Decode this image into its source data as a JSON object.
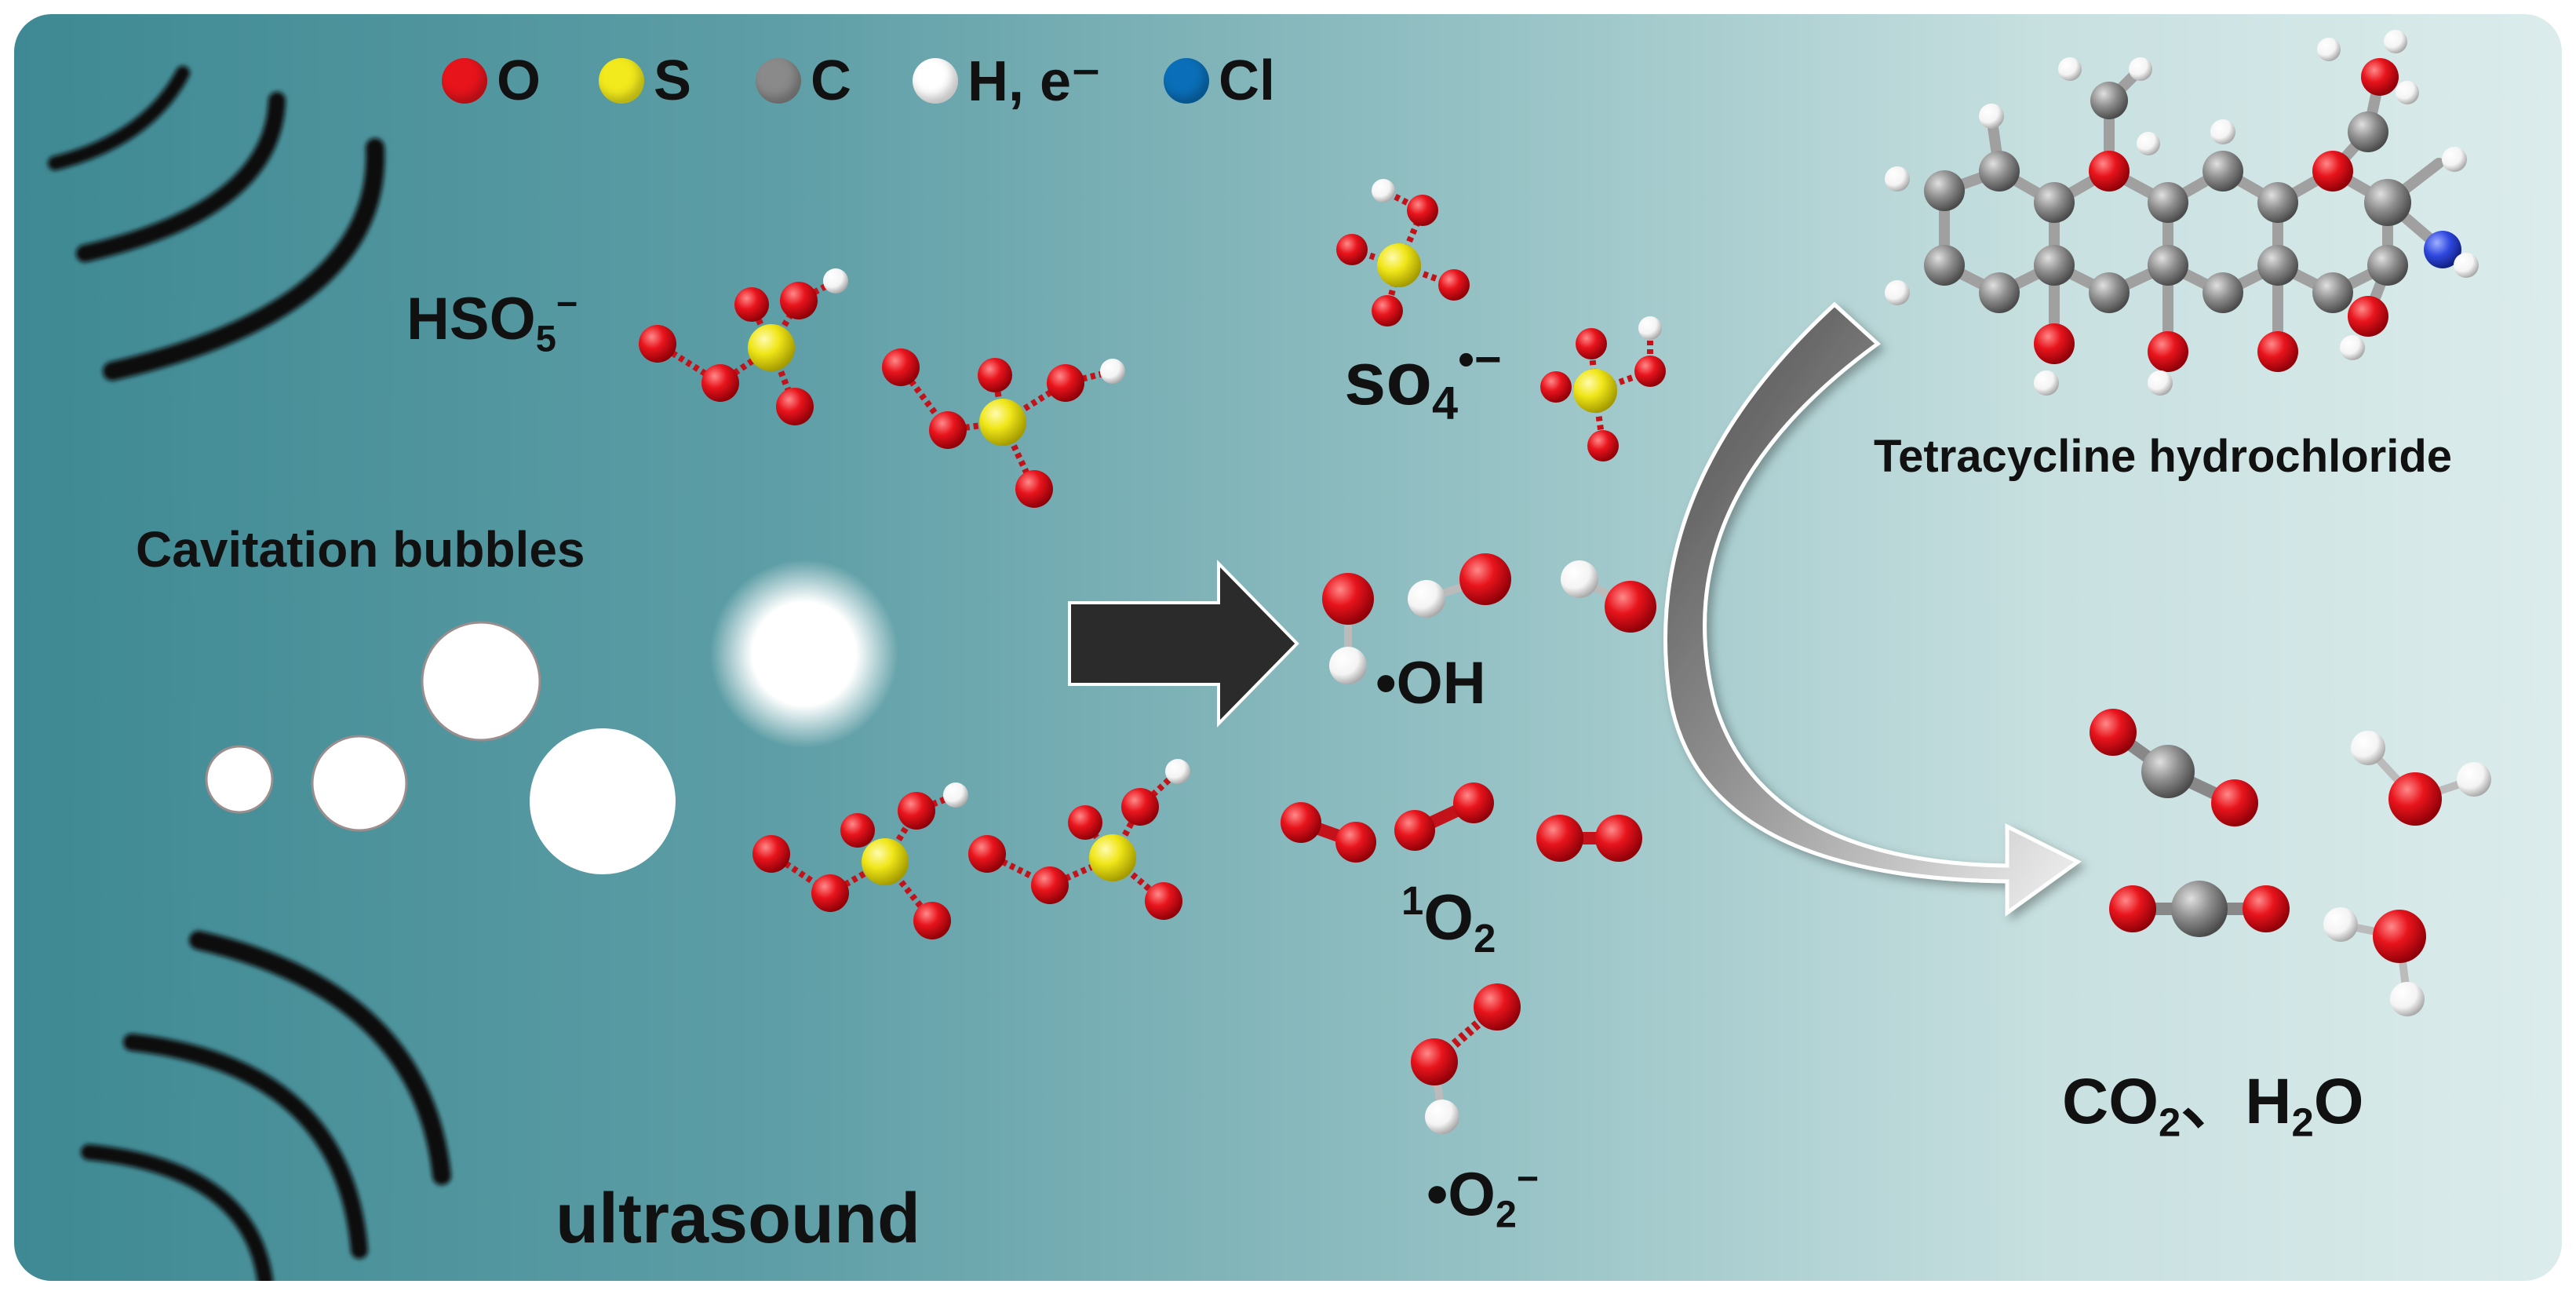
{
  "legend": [
    {
      "symbol": "O",
      "color": "#e8141c"
    },
    {
      "symbol": "S",
      "color": "#f2ea1c"
    },
    {
      "symbol": "C",
      "color": "#8a8a8a"
    },
    {
      "symbol": "H, e⁻",
      "color": "#ffffff"
    },
    {
      "symbol": "Cl",
      "color": "#0a6fb8"
    }
  ],
  "labels": {
    "hso5": "HSO",
    "hso5_sub": "5",
    "hso5_sup": "−",
    "cavitation": "Cavitation bubbles",
    "ultrasound": "ultrasound",
    "so4": "so",
    "so4_sub": "4",
    "so4_sup": "•−",
    "oh": "•OH",
    "singlet_sup": "1",
    "singlet": "O",
    "singlet_sub": "2",
    "superoxide": "•O",
    "superoxide_sub": "2",
    "superoxide_sup": "−",
    "tetracycline": "Tetracycline hydrochloride",
    "co2": "CO",
    "co2_sub": "2",
    "sep": "、",
    "h2o_h": "H",
    "h2o_sub": "2",
    "h2o_o": "O"
  }
}
